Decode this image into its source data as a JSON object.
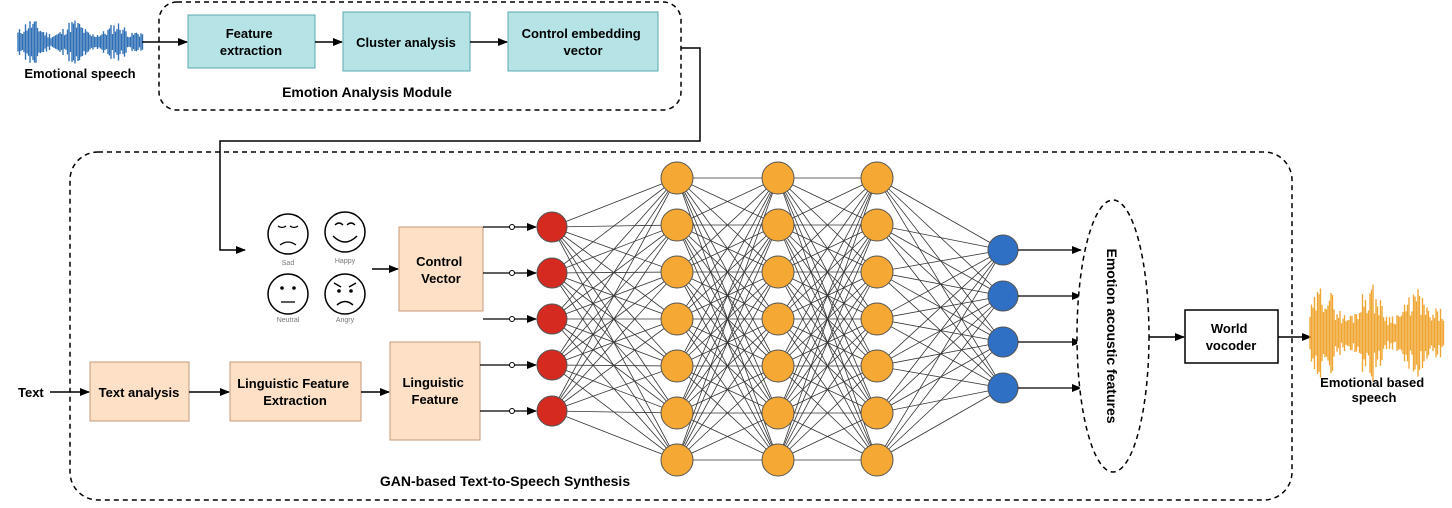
{
  "emotion_module": {
    "title": "Emotion Analysis Module",
    "input_label": "Emotional speech",
    "steps": [
      "Feature extraction",
      "Cluster analysis",
      "Control embedding vector"
    ]
  },
  "synthesis": {
    "title": "GAN-based Text-to-Speech Synthesis",
    "text_input": "Text",
    "text_analysis": "Text analysis",
    "linguistic_extraction": "Linguistic Feature Extraction",
    "linguistic_feature": "Linguistic Feature",
    "control_vector": "Control Vector",
    "emotions": [
      "Sad",
      "Happy",
      "Neutral",
      "Angry"
    ],
    "acoustic_features": "Emotion acoustic features",
    "vocoder": "World vocoder",
    "output_label": "Emotional based speech"
  },
  "network": {
    "layers": [
      {
        "name": "input",
        "nodes": 5,
        "color": "#d42a20"
      },
      {
        "name": "hidden-1",
        "nodes": 7,
        "color": "#f5a934"
      },
      {
        "name": "hidden-2",
        "nodes": 7,
        "color": "#f5a934"
      },
      {
        "name": "hidden-3",
        "nodes": 7,
        "color": "#f5a934"
      },
      {
        "name": "output",
        "nodes": 4,
        "color": "#2f6fc4"
      }
    ]
  },
  "colors": {
    "module_box_fill": "#b5e3e6",
    "module_box_stroke": "#5aa8b0",
    "synth_box_fill": "#fde0c6",
    "synth_box_stroke": "#c49a7a",
    "input_wave": "#2e6fb5",
    "output_wave": "#f0a531"
  }
}
